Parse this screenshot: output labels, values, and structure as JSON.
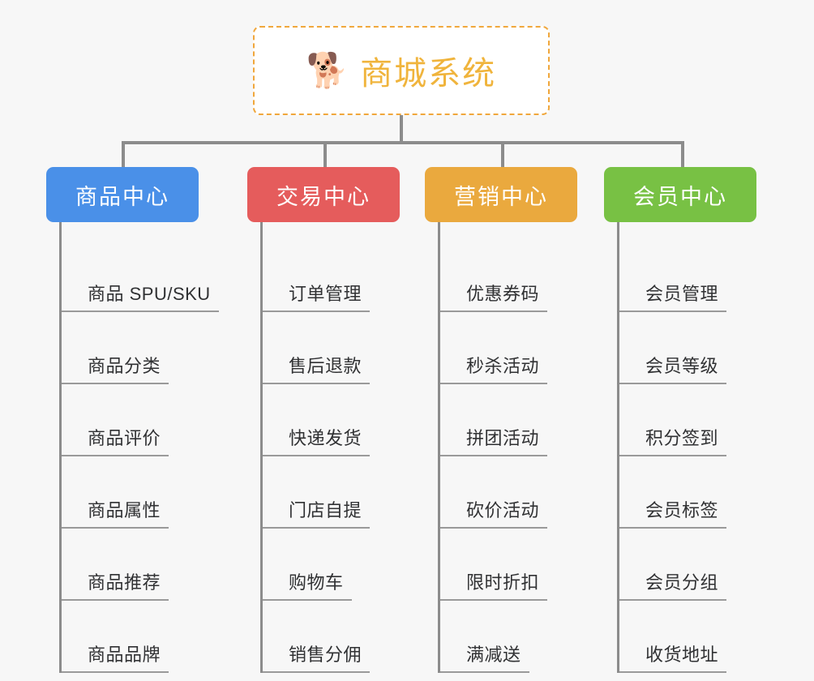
{
  "root": {
    "icon": "shiba-dog-face-emoji",
    "emoji": "🐕",
    "title": "商城系统",
    "border_color": "#f0a73c",
    "text_color": "#f0b43c",
    "background": "#ffffff"
  },
  "canvas": {
    "background": "#f7f7f7",
    "connector_color": "#8c8c8c"
  },
  "columns": [
    {
      "id": "product-center",
      "label": "商品中心",
      "color": "#4a90e8",
      "items": [
        {
          "label": "商品 SPU/SKU"
        },
        {
          "label": "商品分类"
        },
        {
          "label": "商品评价"
        },
        {
          "label": "商品属性"
        },
        {
          "label": "商品推荐"
        },
        {
          "label": "商品品牌"
        }
      ]
    },
    {
      "id": "trade-center",
      "label": "交易中心",
      "color": "#e55c5c",
      "items": [
        {
          "label": "订单管理"
        },
        {
          "label": "售后退款"
        },
        {
          "label": "快递发货"
        },
        {
          "label": "门店自提"
        },
        {
          "label": "购物车"
        },
        {
          "label": "销售分佣"
        }
      ]
    },
    {
      "id": "marketing-center",
      "label": "营销中心",
      "color": "#eaa93e",
      "items": [
        {
          "label": "优惠券码"
        },
        {
          "label": "秒杀活动"
        },
        {
          "label": "拼团活动"
        },
        {
          "label": "砍价活动"
        },
        {
          "label": "限时折扣"
        },
        {
          "label": "满减送"
        }
      ]
    },
    {
      "id": "member-center",
      "label": "会员中心",
      "color": "#78c144",
      "items": [
        {
          "label": "会员管理"
        },
        {
          "label": "会员等级"
        },
        {
          "label": "积分签到"
        },
        {
          "label": "会员标签"
        },
        {
          "label": "会员分组"
        },
        {
          "label": "收货地址"
        }
      ]
    }
  ]
}
